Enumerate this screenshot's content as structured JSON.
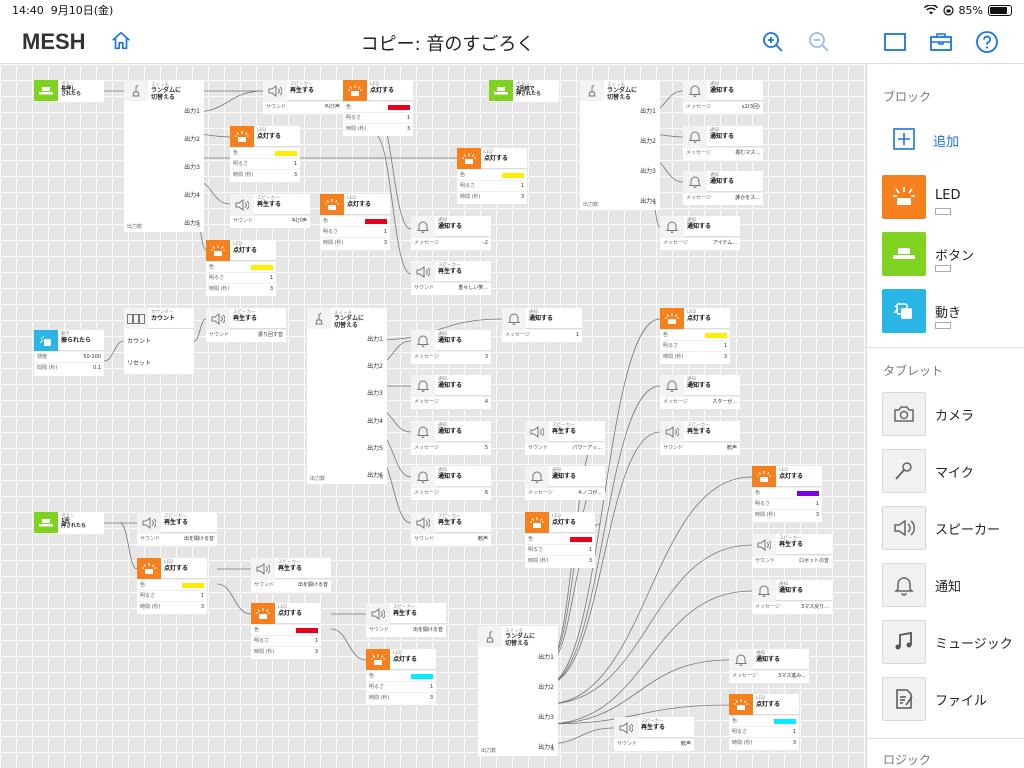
{
  "status": {
    "time": "14:40",
    "date": "9月10日(金)",
    "battery": "85%"
  },
  "header": {
    "logo": "MESH",
    "title": "コピー: 音のすごろく"
  },
  "colors": {
    "led": "#f7801e",
    "button": "#7ed321",
    "move": "#29b6e6",
    "accent": "#1a73e8"
  },
  "sidebar": {
    "blocks_label": "ブロック",
    "add_label": "追加",
    "blocks": [
      {
        "label": "LED",
        "color": "#f7801e",
        "icon": "led-icon"
      },
      {
        "label": "ボタン",
        "color": "#7ed321",
        "icon": "button-icon"
      },
      {
        "label": "動き",
        "color": "#29b6e6",
        "icon": "move-icon"
      }
    ],
    "tablet_label": "タブレット",
    "tablet": [
      {
        "label": "カメラ",
        "icon": "camera-icon"
      },
      {
        "label": "マイク",
        "icon": "mic-icon"
      },
      {
        "label": "スピーカー",
        "icon": "speaker-icon"
      },
      {
        "label": "通知",
        "icon": "bell-icon"
      },
      {
        "label": "ミュージック",
        "icon": "music-icon"
      },
      {
        "label": "ファイル",
        "icon": "file-icon"
      }
    ],
    "logic_label": "ロジック"
  },
  "labels": {
    "led": "LED",
    "light": "点灯する",
    "color": "色",
    "brightness": "明るさ",
    "time": "時間 (秒)",
    "speaker": "スピーカー",
    "play": "再生する",
    "sound": "サウンド",
    "notify": "通知",
    "notify_do": "通知する",
    "message": "メッセージ",
    "switch": "スイッチ",
    "random": "ランダムに\n切替える",
    "outcount": "出力数",
    "button": "ボタン",
    "counter": "カウンター",
    "count": "カウント",
    "reset": "リセット",
    "move": "動き",
    "shaken": "振られたら",
    "sensitivity": "感度",
    "interval": "間隔 (秒)",
    "out1": "出力1",
    "out2": "出力2",
    "out3": "出力3",
    "out4": "出力4",
    "out5": "出力5",
    "out6": "出力6",
    "one": "1",
    "three": "3",
    "four": "4",
    "five": "5",
    "six": "6",
    "point1": "0.1",
    "range": "50-100",
    "btn_long": "長押し\nされたら",
    "btn_double": "2回続で\n押されたら",
    "btn_once": "1回\n押されたら"
  },
  "sounds": {
    "s1": "叫び声",
    "s2": "叫び声",
    "s3": "振り回す音",
    "s4": "重々しい笑...",
    "s5": "出を開ける音",
    "s6": "出を開ける音",
    "s7": "出を開ける音",
    "s8": "パワーアッ...",
    "s9": "歓声",
    "s10": "ロボットの音",
    "s11": "歓声"
  },
  "messages": {
    "m1": "x2(3回)",
    "m2": "振むマス...",
    "m3": "誰かをス...",
    "m4": "アイテム...",
    "m5": "-2",
    "m6": "1",
    "m7": "3",
    "m8": "4",
    "m9": "5",
    "m10": "6",
    "m11": "スターが...",
    "m12": "キノコが...",
    "m13": "3マス戻り...",
    "m14": "3マス進み..."
  }
}
